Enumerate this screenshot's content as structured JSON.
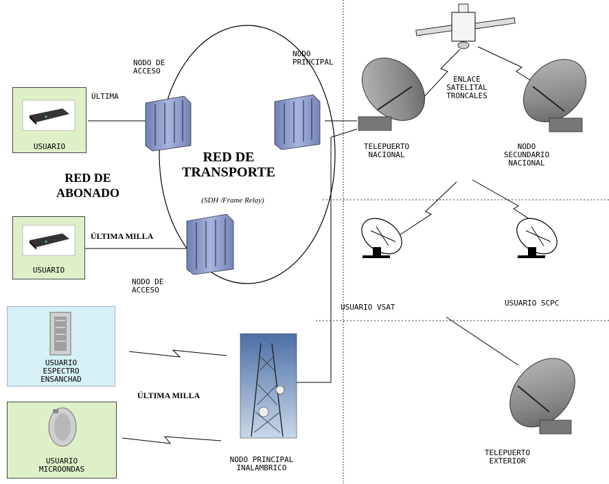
{
  "labels": {
    "nodo_acceso_top": "NODO DE\nACCESO",
    "nodo_principal": "NODO\nPRINCIPAL",
    "ultima": "ÚLTIMA",
    "ultima_milla_1": "ÚLTIMA MILLA",
    "ultima_milla_2": "ÚLTIMA MILLA",
    "red_transporte": "RED DE\nTRANSPORTE",
    "sdh": "(SDH /Frame Relay)",
    "red_abonado": "RED DE\nABONADO",
    "nodo_acceso_bottom": "NODO DE\nACCESO",
    "enlace": "ENLACE\nSATELITAL\nTRONCALES",
    "telepuerto_nacional": "TELEPUERTO\nNACIONAL",
    "nodo_secundario": "NODO\nSECUNDARIO\nNACIONAL",
    "usuario_vsat": "USUARIO VSAT",
    "usuario_scpc": "USUARIO SCPC",
    "nodo_principal_inalambrico": "NODO PRINCIPAL\nINALAMBRICO",
    "telepuerto_exterior": "TELEPUERTO\nEXTERIOR"
  },
  "boxes": {
    "usuario1": "USUARIO",
    "usuario2": "USUARIO",
    "usuario_espectro": "USUARIO\nESPECTRO\nENSANCHAD",
    "usuario_microondas": "USUARIO\nMICROONDAS"
  },
  "icons": [
    "modem-icon",
    "rack-switch-icon",
    "satellite-icon",
    "dish-antenna-icon",
    "tower-icon",
    "radio-antenna-icon"
  ],
  "colors": {
    "green_box": "#dff0c8",
    "blue_box": "#d6f1f6",
    "rack": "#8e9cc9",
    "dish": "#8a8a8a"
  }
}
